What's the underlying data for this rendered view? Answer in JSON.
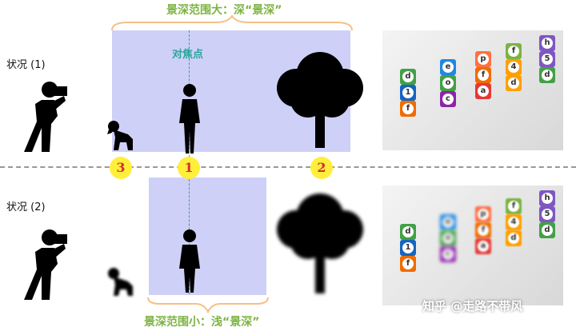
{
  "top_title": "景深范围大：深“景深”",
  "bottom_title": "景深范围小：浅“景深”",
  "case1_label": "状况 (1)",
  "case2_label": "状况 (2)",
  "focus_label": "对焦点",
  "badges": [
    "1",
    "2",
    "3"
  ],
  "blocks_top": [
    {
      "letter": "h",
      "color": "#7e57c2"
    },
    {
      "letter": "5",
      "color": "#7e57c2"
    },
    {
      "letter": "d",
      "color": "#43a047"
    },
    {
      "letter": "f",
      "color": "#7cb342"
    },
    {
      "letter": "4",
      "color": "#ffa000"
    },
    {
      "letter": "d",
      "color": "#ffa000"
    },
    {
      "letter": "p",
      "color": "#ff7043"
    },
    {
      "letter": "f",
      "color": "#ef6c00"
    },
    {
      "letter": "a",
      "color": "#e53935"
    },
    {
      "letter": "e",
      "color": "#1e88e5"
    },
    {
      "letter": "o",
      "color": "#43a047"
    },
    {
      "letter": "c",
      "color": "#8e24aa"
    },
    {
      "letter": "d",
      "color": "#43a047"
    },
    {
      "letter": "1",
      "color": "#1565c0"
    },
    {
      "letter": "f",
      "color": "#ef6c00"
    }
  ],
  "watermark": "知乎 @走路不带风",
  "colors": {
    "dof_box": "#cfd0f7",
    "title": "#7cb342",
    "focus": "#26a69a",
    "badge_bg": "#ffef3a",
    "badge_text": "#d32f2f"
  }
}
